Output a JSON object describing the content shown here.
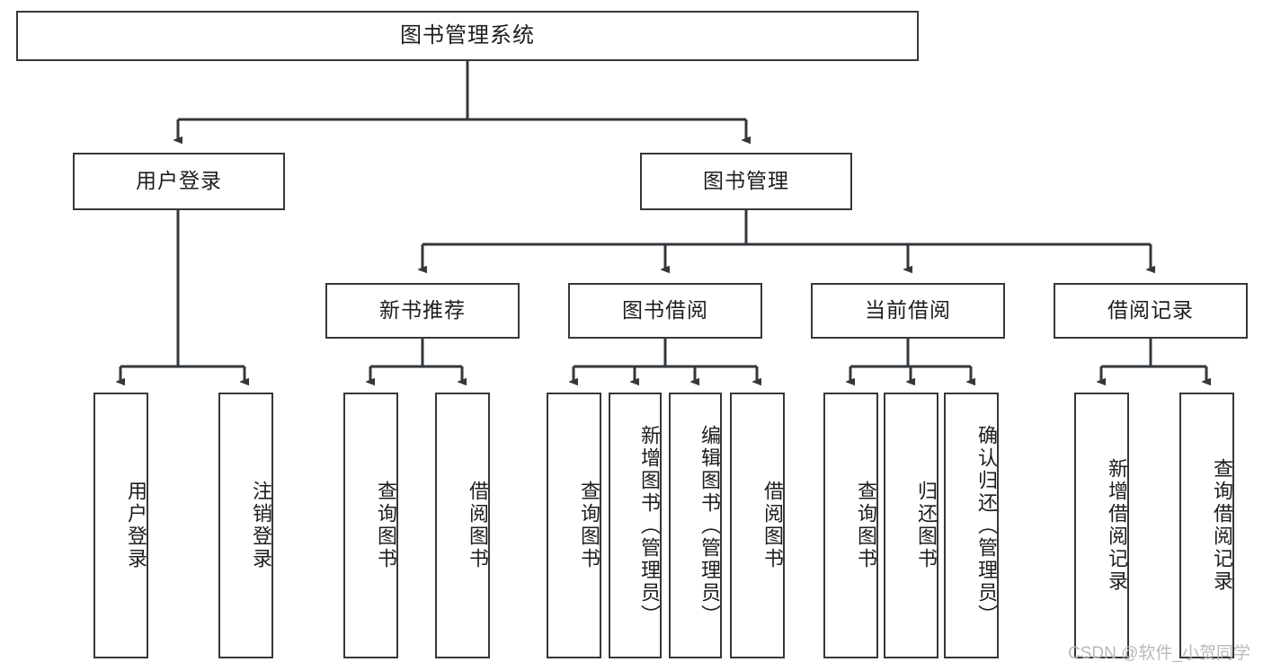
{
  "diagram": {
    "title": "图书管理系统",
    "type": "tree-hierarchy-diagram",
    "colors": {
      "box_border": "#33383d",
      "box_fill": "#ffffff",
      "edge": "#33383d",
      "text": "#1d1d1d",
      "watermark": "#b9b9b9",
      "background": "#ffffff"
    },
    "levels": {
      "root": {
        "label": "图书管理系统"
      },
      "level2": [
        {
          "label": "用户登录"
        },
        {
          "label": "图书管理"
        }
      ],
      "level3": [
        {
          "label": "新书推荐"
        },
        {
          "label": "图书借阅"
        },
        {
          "label": "当前借阅"
        },
        {
          "label": "借阅记录"
        }
      ],
      "leaves": {
        "user_login": [
          {
            "label": "用户登录"
          },
          {
            "label": "注销登录"
          }
        ],
        "new_book_recommend": [
          {
            "label": "查询图书"
          },
          {
            "label": "借阅图书"
          }
        ],
        "book_borrow": [
          {
            "label": "查询图书"
          },
          {
            "label": "新增图书（管理员）"
          },
          {
            "label": "编辑图书（管理员）"
          },
          {
            "label": "借阅图书"
          }
        ],
        "current_borrow": [
          {
            "label": "查询图书"
          },
          {
            "label": "归还图书"
          },
          {
            "label": "确认归还（管理员）"
          }
        ],
        "borrow_record": [
          {
            "label": "新增借阅记录"
          },
          {
            "label": "查询借阅记录"
          }
        ]
      }
    }
  },
  "watermark": {
    "text": "CSDN @软件_小贺同学"
  }
}
